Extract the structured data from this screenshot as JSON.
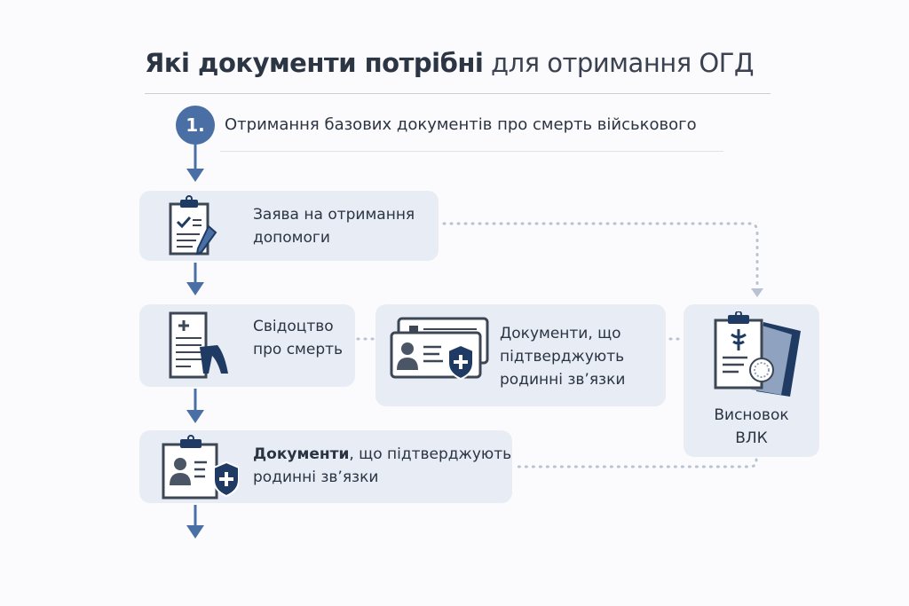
{
  "title": {
    "bold": "Які документи потрібні",
    "regular": "для отримання ОГД"
  },
  "step": {
    "number": "1.",
    "text": "Отримання базових документів про смерть військового"
  },
  "boxes": {
    "application": {
      "line1": "Заява на отримання",
      "line2": "допомоги"
    },
    "death_certificate": {
      "line1": "Свідоцтво",
      "line2": "про смерть"
    },
    "family_docs_middle": {
      "line1": "Документи, що",
      "line2": "підтверджують",
      "line3": "родинні зв’язки"
    },
    "vlk": {
      "line1": "Висновок",
      "line2": "ВЛК"
    },
    "family_docs_bottom": {
      "bold": "Документи",
      "rest": ", що підтверджують",
      "line2": "родинні зв’язки"
    }
  },
  "colors": {
    "accent": "#4a6fa5",
    "dark": "#1f3b63",
    "box": "#e8edf5",
    "dots": "#b8c2d3"
  }
}
